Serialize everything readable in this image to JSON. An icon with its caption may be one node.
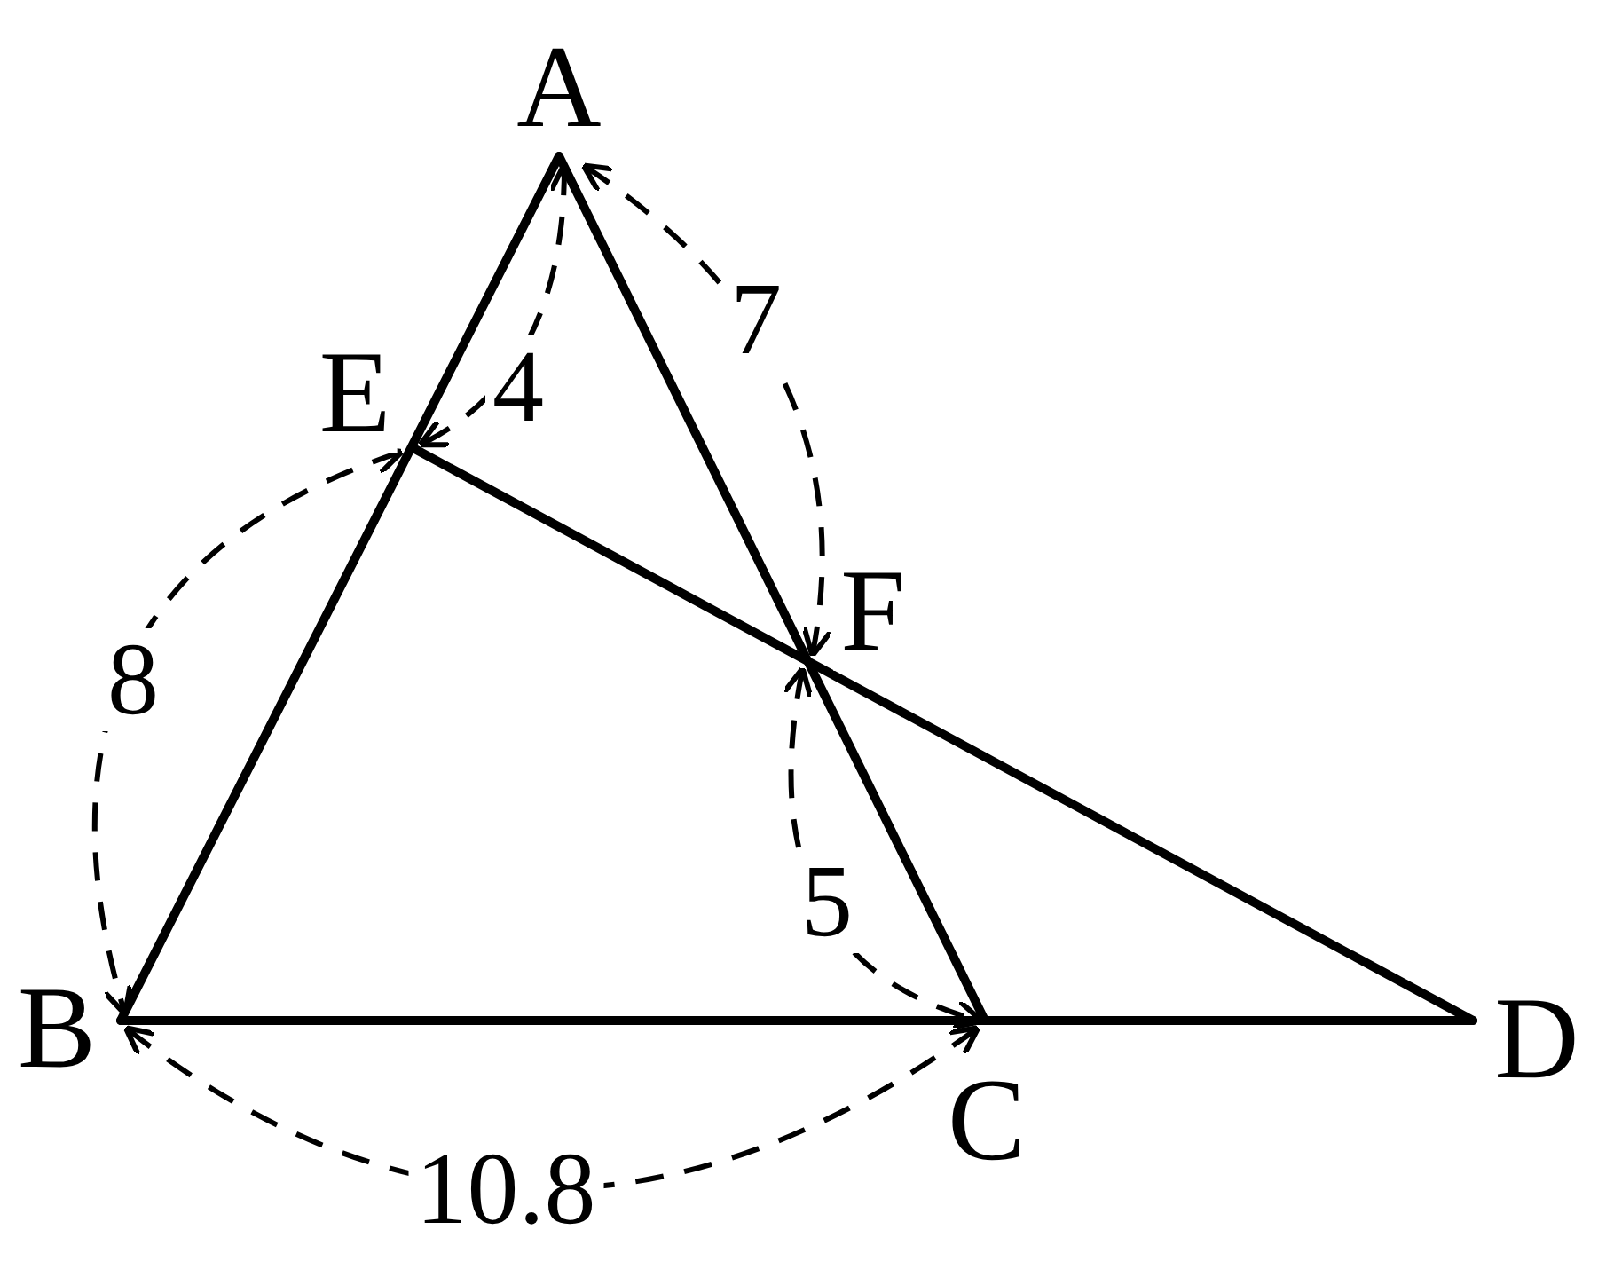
{
  "diagram": {
    "labels": [
      "A",
      "E",
      "4",
      "7",
      "F",
      "8",
      "5",
      "B",
      "C",
      "D",
      "10.8"
    ]
  }
}
